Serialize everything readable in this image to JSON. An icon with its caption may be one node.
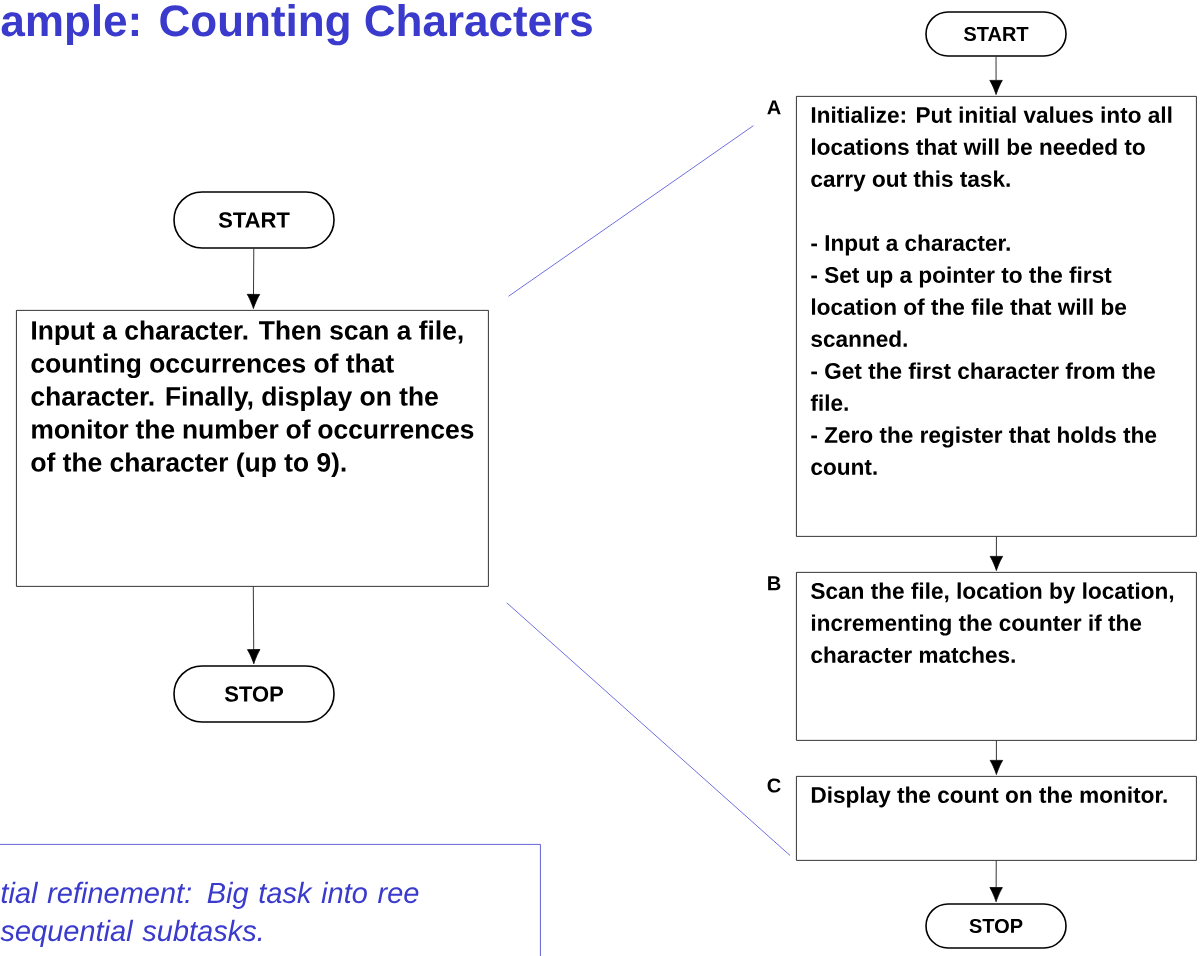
{
  "diagram": {
    "title": "ample: Counting Characters",
    "nodes": [
      {
        "text": [
          "START"
        ]
      },
      {
        "text": [
          "Input a character.  Then scan a file, counting occurrences of that character.  Finally, display on the monitor the number of occurrences of the character (up to 9)."
        ]
      },
      {
        "text": [
          "STOP"
        ]
      },
      {
        "text": [
          "START"
        ]
      },
      {
        "text": [
          "Initialize: Put initial values into all locations that will be needed to carry out this task.",
          "- Input a character.",
          "- Set up a pointer to the first location of the file that will be scanned.",
          "- Get the first character from the file.",
          "- Zero the register that holds the count."
        ],
        "beside": [
          "A"
        ]
      },
      {
        "text": [
          "Scan the file, location by location, incrementing the counter if the character matches."
        ],
        "beside": [
          "B"
        ]
      },
      {
        "text": [
          "Display the count on the monitor."
        ],
        "beside": [
          "C"
        ]
      },
      {
        "text": [
          "STOP"
        ]
      },
      {
        "text": [
          "tial refinement: Big task into ree sequential subtasks."
        ]
      }
    ],
    "edges": [
      {
        "from": 0,
        "to": 1,
        "arrow": "to"
      },
      {
        "from": 1,
        "to": 2,
        "arrow": "to"
      },
      {
        "from": 3,
        "to": 4,
        "arrow": "to"
      },
      {
        "from": 4,
        "to": 5,
        "arrow": "to"
      },
      {
        "from": 5,
        "to": 6,
        "arrow": "to"
      },
      {
        "from": 6,
        "to": 7,
        "arrow": "to"
      },
      {
        "from": 1,
        "to": 4,
        "arrow": "none",
        "color": "#4a4ad8"
      },
      {
        "from": 1,
        "to": 6,
        "arrow": "none",
        "color": "#4a4ad8"
      }
    ]
  }
}
